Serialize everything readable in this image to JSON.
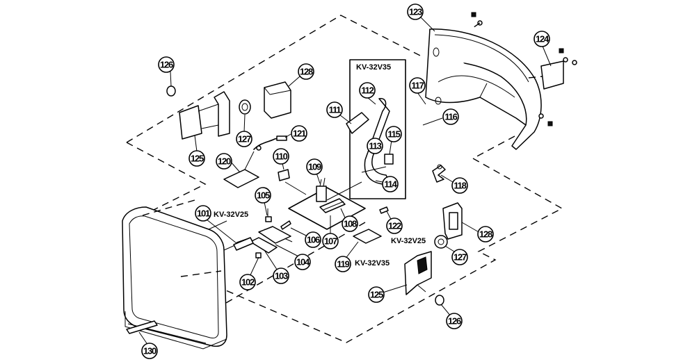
{
  "diagram": {
    "callouts": [
      {
        "id": "123"
      },
      {
        "id": "124"
      },
      {
        "id": "126"
      },
      {
        "id": "128"
      },
      {
        "id": "117"
      },
      {
        "id": "112"
      },
      {
        "id": "111"
      },
      {
        "id": "116"
      },
      {
        "id": "121"
      },
      {
        "id": "127"
      },
      {
        "id": "125"
      },
      {
        "id": "120"
      },
      {
        "id": "110"
      },
      {
        "id": "113"
      },
      {
        "id": "115"
      },
      {
        "id": "109"
      },
      {
        "id": "118"
      },
      {
        "id": "114"
      },
      {
        "id": "105"
      },
      {
        "id": "101"
      },
      {
        "id": "108"
      },
      {
        "id": "122"
      },
      {
        "id": "128"
      },
      {
        "id": "106"
      },
      {
        "id": "107"
      },
      {
        "id": "104"
      },
      {
        "id": "127"
      },
      {
        "id": "119"
      },
      {
        "id": "102"
      },
      {
        "id": "103"
      },
      {
        "id": "125"
      },
      {
        "id": "126"
      },
      {
        "id": "130"
      }
    ],
    "model_labels": [
      "KV-32V35",
      "KV-32V25",
      "KV-32V25",
      "KV-32V35"
    ]
  }
}
